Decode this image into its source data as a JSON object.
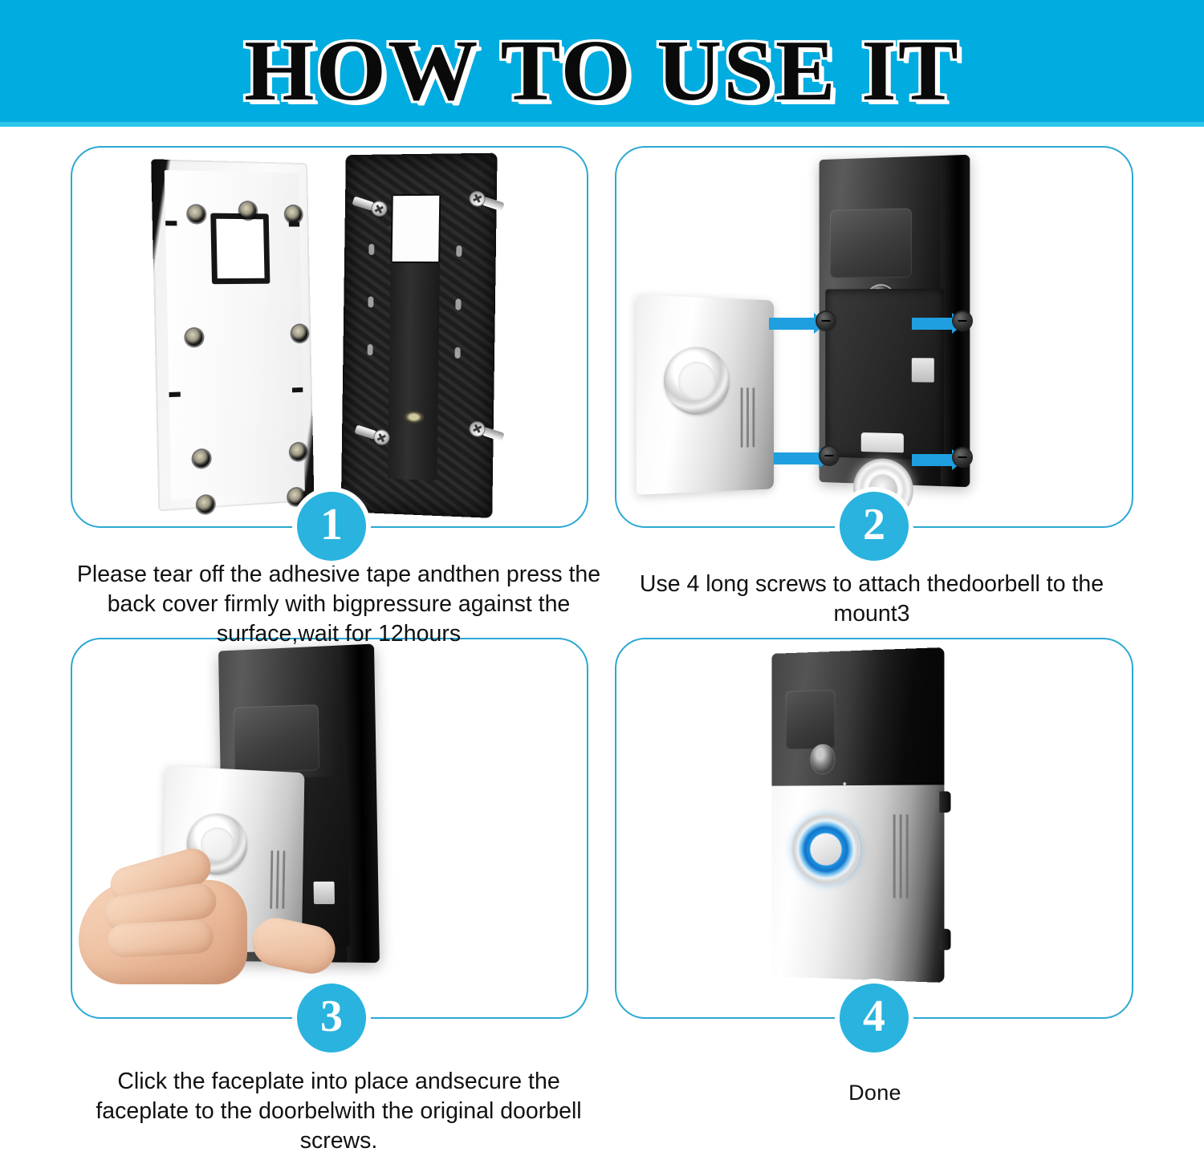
{
  "header": {
    "title": "HOW TO USE IT",
    "banner_color": "#00ace0",
    "title_color": "#0a0a0a",
    "title_outline_color": "#ffffff"
  },
  "theme": {
    "accent": "#29b3de",
    "panel_border": "#2ba8d4",
    "background": "#ffffff",
    "text": "#111111",
    "arrow_blue": "#1f9fe0",
    "button_ring_blue": "#1d8fe0"
  },
  "steps": [
    {
      "number": "1",
      "caption": "Please tear off the adhesive tape andthen press the back cover firmly with bigpressure against the surface,wait for 12hours",
      "image_alt": "white mounting plate and black textured bracket with four screws"
    },
    {
      "number": "2",
      "caption": "Use 4 long screws to attach thedoorbell to the mount3",
      "image_alt": "silver faceplate beside dark doorbell body with four blue arrows pointing at screws"
    },
    {
      "number": "3",
      "caption": "Click the faceplate into place andsecure the faceplate to the doorbelwith the original doorbell screws.",
      "image_alt": "hand pressing silver faceplate onto mounted doorbell"
    },
    {
      "number": "4",
      "caption": "Done",
      "image_alt": "assembled doorbell with blue illuminated ring button"
    }
  ]
}
